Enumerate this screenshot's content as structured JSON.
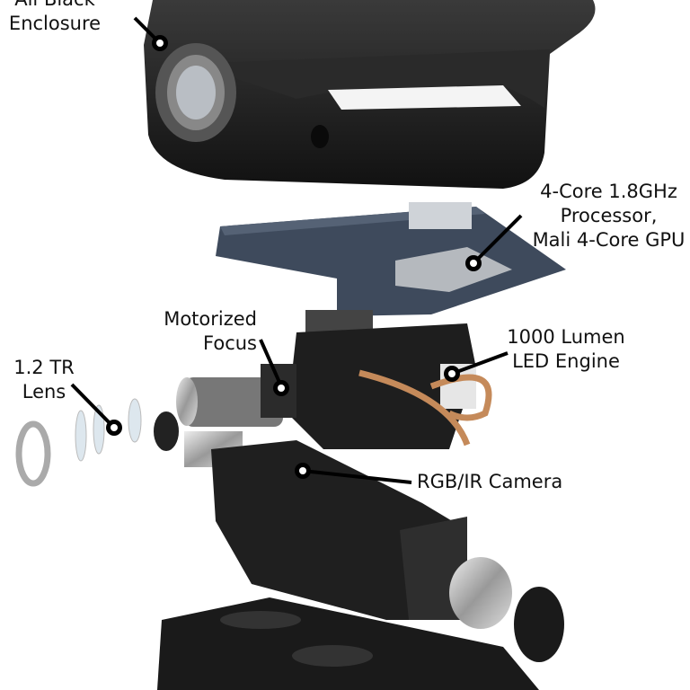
{
  "callouts": {
    "enclosure": {
      "line1": "All Black",
      "line2": "Enclosure"
    },
    "processor": {
      "line1": "4-Core 1.8GHz",
      "line2": "Processor,",
      "line3": "Mali 4-Core GPU"
    },
    "focus": {
      "line1": "Motorized",
      "line2": "Focus"
    },
    "lens": {
      "line1": "1.2 TR",
      "line2": "Lens"
    },
    "led": {
      "line1": "1000 Lumen",
      "line2": "LED Engine"
    },
    "camera": {
      "line1": "RGB/IR Camera"
    }
  },
  "colors": {
    "enclosure": "#1c1c1c",
    "pcb": "#3e4a5c",
    "copper": "#c58a5a",
    "text": "#111111"
  }
}
